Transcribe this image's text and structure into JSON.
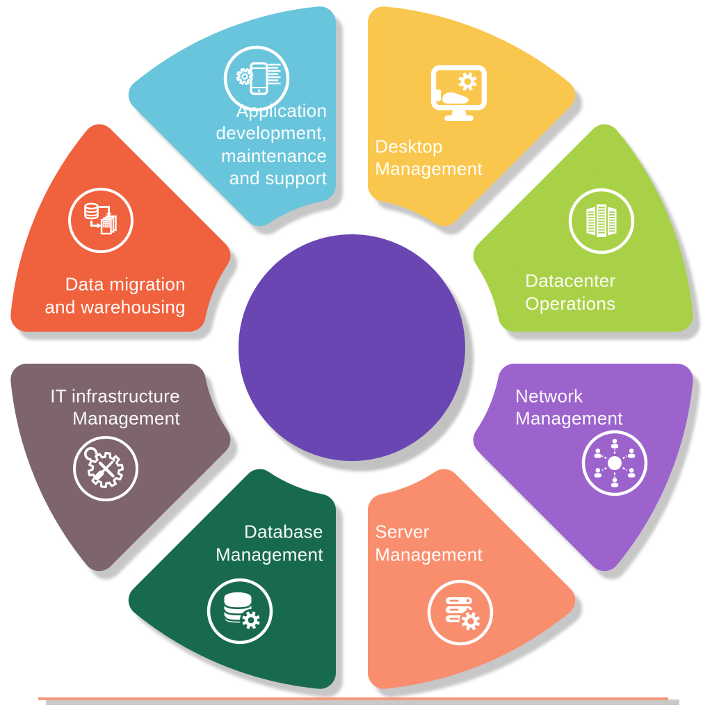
{
  "page": {
    "background": "#ffffff",
    "text_color": "#ffffff"
  },
  "wheel": {
    "center_color": "#6946b2",
    "shadow_color": "#c6c6c6"
  },
  "baseline": {
    "color": "#f29a7c",
    "shadow_color": "#c9c9c9"
  },
  "segments": [
    {
      "name": "desktop-management",
      "label": "Desktop\nManagement",
      "color": "#fac74e",
      "icon": "desktop-management-icon"
    },
    {
      "name": "datacenter-operations",
      "label": "Datacenter\nOperations",
      "color": "#a9d147",
      "icon": "datacenter-operations-icon"
    },
    {
      "name": "network-management",
      "label": "Network\nManagement",
      "color": "#9c63cd",
      "icon": "network-management-icon"
    },
    {
      "name": "server-management",
      "label": "Server\nManagement",
      "color": "#f98e6e",
      "icon": "server-management-icon"
    },
    {
      "name": "database-management",
      "label": "Database\nManagement",
      "color": "#186a4d",
      "icon": "database-management-icon"
    },
    {
      "name": "it-infrastructure-management",
      "label": "IT infrastructure\nManagement",
      "color": "#7e656c",
      "icon": "it-infrastructure-icon"
    },
    {
      "name": "data-migration-warehousing",
      "label": "Data migration\nand warehousing",
      "color": "#f0613e",
      "icon": "data-migration-icon"
    },
    {
      "name": "application-development",
      "label": "Application\ndevelopment,\nmaintenance\nand support",
      "color": "#69c5dc",
      "icon": "application-development-icon"
    }
  ]
}
